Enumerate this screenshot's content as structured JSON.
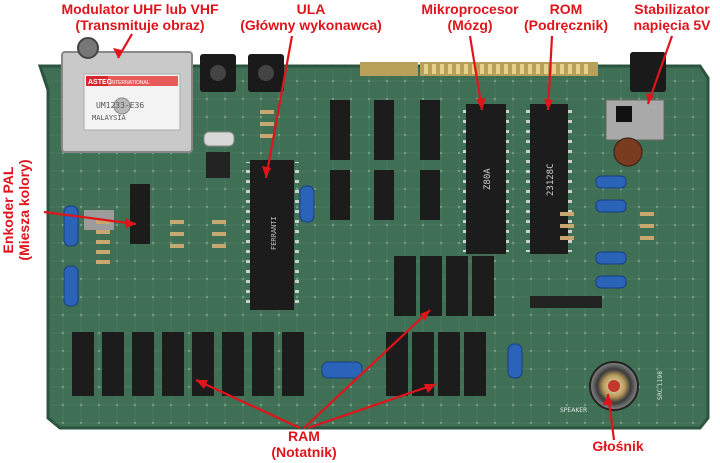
{
  "colors": {
    "annotation": "#e0141b",
    "pcb": "#3f6f55",
    "pcb_dark": "#2b5440",
    "trace": "#7fa58a",
    "chip": "#1c1c1c",
    "silver": "#c9c9c9",
    "cap_blue": "#2b63b8",
    "background": "#ffffff"
  },
  "labels": {
    "modulator": {
      "line1": "Modulator UHF lub VHF",
      "line2": "(Transmituje obraz)"
    },
    "ula": {
      "line1": "ULA",
      "line2": "(Główny wykonawca)"
    },
    "cpu": {
      "line1": "Mikroprocesor",
      "line2": "(Mózg)"
    },
    "rom": {
      "line1": "ROM",
      "line2": "(Podręcznik)"
    },
    "regulator": {
      "line1": "Stabilizator",
      "line2": "napięcia 5V"
    },
    "pal": {
      "line1": "Enkoder PAL",
      "line2": "(Miesza kolory)"
    },
    "ram": {
      "line1": "RAM",
      "line2": "(Notatnik)"
    },
    "speaker": {
      "line1": "Głośnik"
    }
  },
  "chip_markings": {
    "modulator_brand": "ASTEC",
    "modulator_brand_sub": "INTERNATIONAL",
    "modulator_model": "UM1233-E36",
    "modulator_origin": "MALAYSIA",
    "cpu": "Z80A",
    "rom": "23128C",
    "ula": "FERRANTI",
    "speaker_pcb": "SPEAKER",
    "board_code": "SRC 1198"
  }
}
